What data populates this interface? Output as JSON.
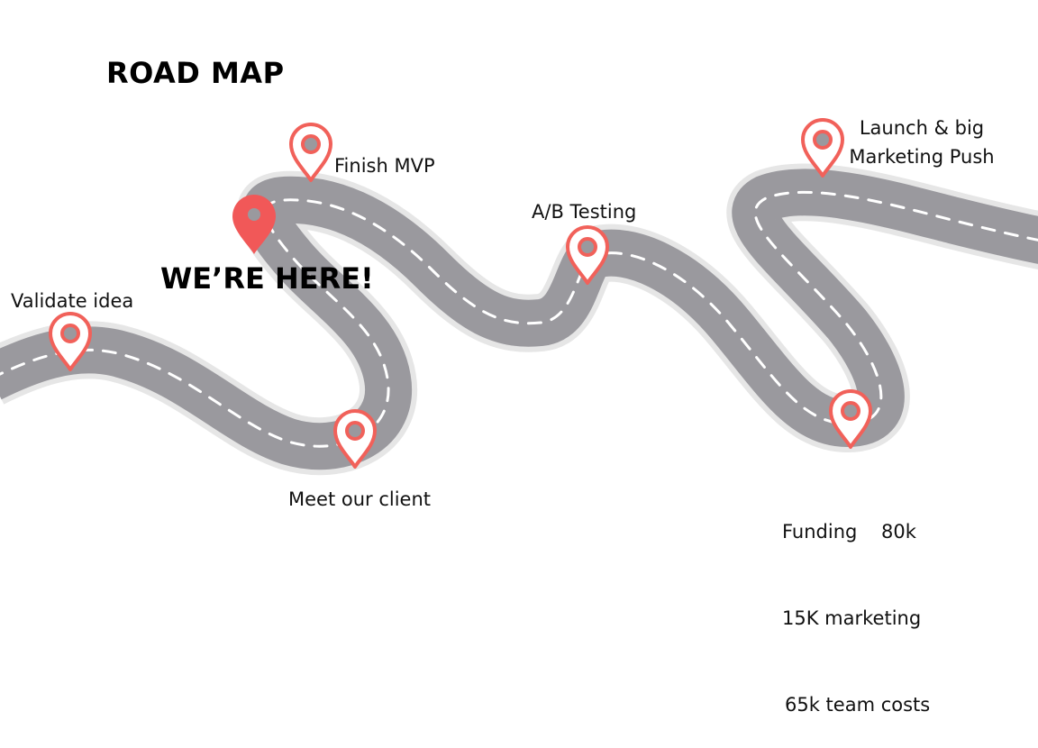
{
  "title": "ROAD MAP",
  "current_position_label": "WE’RE HERE!",
  "colors": {
    "road": "#9a999e",
    "road_edge": "#e6e6e6",
    "lane_marking": "#ffffff",
    "pin": "#f1615a",
    "current_pin": "#f15858"
  },
  "milestones": [
    {
      "id": "validate",
      "lines": [
        "Validate idea"
      ],
      "icon": "map-pin-icon"
    },
    {
      "id": "meet",
      "lines": [
        "Meet our client"
      ],
      "icon": "map-pin-icon"
    },
    {
      "id": "mvp",
      "lines": [
        "Finish MVP"
      ],
      "icon": "map-pin-icon"
    },
    {
      "id": "ab",
      "lines": [
        "A/B Testing"
      ],
      "icon": "map-pin-icon"
    },
    {
      "id": "funding",
      "lines": [
        "Funding    80k",
        "15K marketing",
        "65k team costs"
      ],
      "icon": "map-pin-icon"
    },
    {
      "id": "launch",
      "lines": [
        "Launch & big",
        "Marketing Push"
      ],
      "icon": "map-pin-icon"
    }
  ]
}
